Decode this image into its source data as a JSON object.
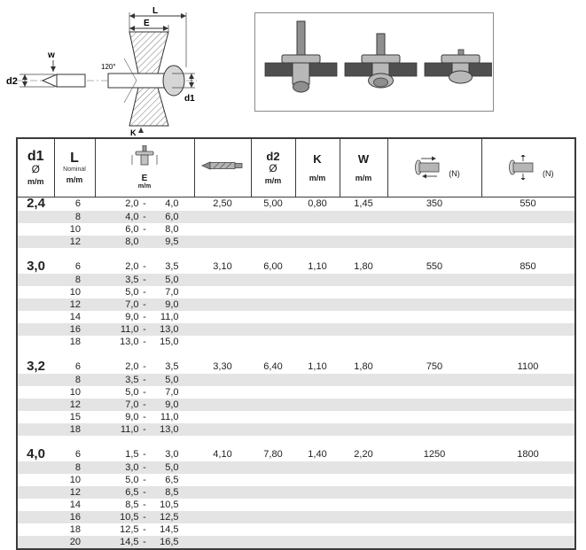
{
  "colors": {
    "stripe": "#e4e4e4",
    "table_border": "#3a3a3a",
    "plate_gray": "#4f4f4f",
    "rivet_light_gray": "#b8b8b8",
    "rivet_mid_gray": "#8f8f8f"
  },
  "diagram": {
    "labels": {
      "length": "L",
      "grip": "E",
      "w": "w",
      "d2": "d2",
      "angle": "120°",
      "d1": "d1",
      "k": "K"
    }
  },
  "table": {
    "headers": {
      "d1": {
        "title": "d1",
        "symbol": "Ø",
        "unit": "m/m"
      },
      "L": {
        "title": "L",
        "sub": "Nominal",
        "unit": "m/m"
      },
      "E": {
        "title": "E",
        "unit": "m/m",
        "icon": "rivet-grip-icon"
      },
      "drill": {
        "icon": "drill-bit-icon"
      },
      "d2": {
        "title": "d2",
        "symbol": "Ø",
        "unit": "m/m"
      },
      "K": {
        "title": "K",
        "unit": "m/m"
      },
      "W": {
        "title": "W",
        "unit": "m/m"
      },
      "shear": {
        "unit": "(N)",
        "icon": "rivet-shear-icon"
      },
      "tensile": {
        "unit": "(N)",
        "icon": "rivet-tensile-icon"
      }
    },
    "groups": [
      {
        "d1": "2,4",
        "drill": "2,50",
        "d2": "5,00",
        "k": "0,80",
        "w": "1,45",
        "shear": "350",
        "tensile": "550",
        "rows": [
          {
            "L": "6",
            "from": "2,0",
            "sep": "-",
            "to": "4,0"
          },
          {
            "L": "8",
            "from": "4,0",
            "sep": "-",
            "to": "6,0"
          },
          {
            "L": "10",
            "from": "6,0",
            "sep": "-",
            "to": "8,0"
          },
          {
            "L": "12",
            "from": "8,0",
            "sep": "",
            "to": "9,5"
          }
        ]
      },
      {
        "d1": "3,0",
        "drill": "3,10",
        "d2": "6,00",
        "k": "1,10",
        "w": "1,80",
        "shear": "550",
        "tensile": "850",
        "rows": [
          {
            "L": "6",
            "from": "2,0",
            "sep": "-",
            "to": "3,5"
          },
          {
            "L": "8",
            "from": "3,5",
            "sep": "-",
            "to": "5,0"
          },
          {
            "L": "10",
            "from": "5,0",
            "sep": "-",
            "to": "7,0"
          },
          {
            "L": "12",
            "from": "7,0",
            "sep": "-",
            "to": "9,0"
          },
          {
            "L": "14",
            "from": "9,0",
            "sep": "-",
            "to": "11,0"
          },
          {
            "L": "16",
            "from": "11,0",
            "sep": "-",
            "to": "13,0"
          },
          {
            "L": "18",
            "from": "13,0",
            "sep": "-",
            "to": "15,0"
          }
        ]
      },
      {
        "d1": "3,2",
        "drill": "3,30",
        "d2": "6,40",
        "k": "1,10",
        "w": "1,80",
        "shear": "750",
        "tensile": "1100",
        "rows": [
          {
            "L": "6",
            "from": "2,0",
            "sep": "-",
            "to": "3,5"
          },
          {
            "L": "8",
            "from": "3,5",
            "sep": "-",
            "to": "5,0"
          },
          {
            "L": "10",
            "from": "5,0",
            "sep": "-",
            "to": "7,0"
          },
          {
            "L": "12",
            "from": "7,0",
            "sep": "-",
            "to": "9,0"
          },
          {
            "L": "15",
            "from": "9,0",
            "sep": "-",
            "to": "11,0"
          },
          {
            "L": "18",
            "from": "11,0",
            "sep": "-",
            "to": "13,0"
          }
        ]
      },
      {
        "d1": "4,0",
        "drill": "4,10",
        "d2": "7,80",
        "k": "1,40",
        "w": "2,20",
        "shear": "1250",
        "tensile": "1800",
        "rows": [
          {
            "L": "6",
            "from": "1,5",
            "sep": "-",
            "to": "3,0"
          },
          {
            "L": "8",
            "from": "3,0",
            "sep": "-",
            "to": "5,0"
          },
          {
            "L": "10",
            "from": "5,0",
            "sep": "-",
            "to": "6,5"
          },
          {
            "L": "12",
            "from": "6,5",
            "sep": "-",
            "to": "8,5"
          },
          {
            "L": "14",
            "from": "8,5",
            "sep": "-",
            "to": "10,5"
          },
          {
            "L": "16",
            "from": "10,5",
            "sep": "-",
            "to": "12,5"
          },
          {
            "L": "18",
            "from": "12,5",
            "sep": "-",
            "to": "14,5"
          },
          {
            "L": "20",
            "from": "14,5",
            "sep": "-",
            "to": "16,5"
          }
        ]
      }
    ]
  }
}
